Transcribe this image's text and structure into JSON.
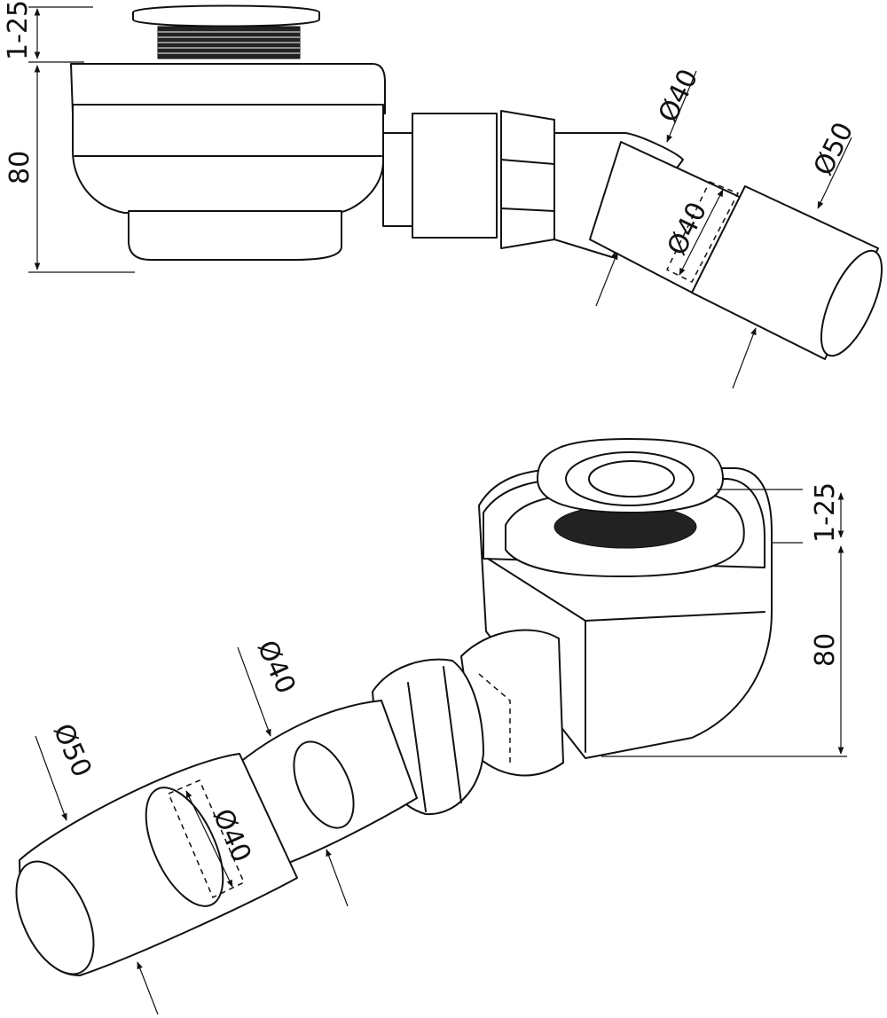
{
  "top_view": {
    "flange_range": "1-25",
    "trap_height": "80",
    "outer_diameter_upper": "Ø40",
    "outer_diameter_lower": "Ø50",
    "inner_diameter": "Ø40"
  },
  "bottom_view": {
    "flange_range": "1-25",
    "trap_height": "80",
    "outer_diameter_upper": "Ø40",
    "outer_diameter_lower": "Ø50",
    "inner_diameter": "Ø40"
  },
  "colors": {
    "line": "#111111",
    "background": "#ffffff"
  }
}
